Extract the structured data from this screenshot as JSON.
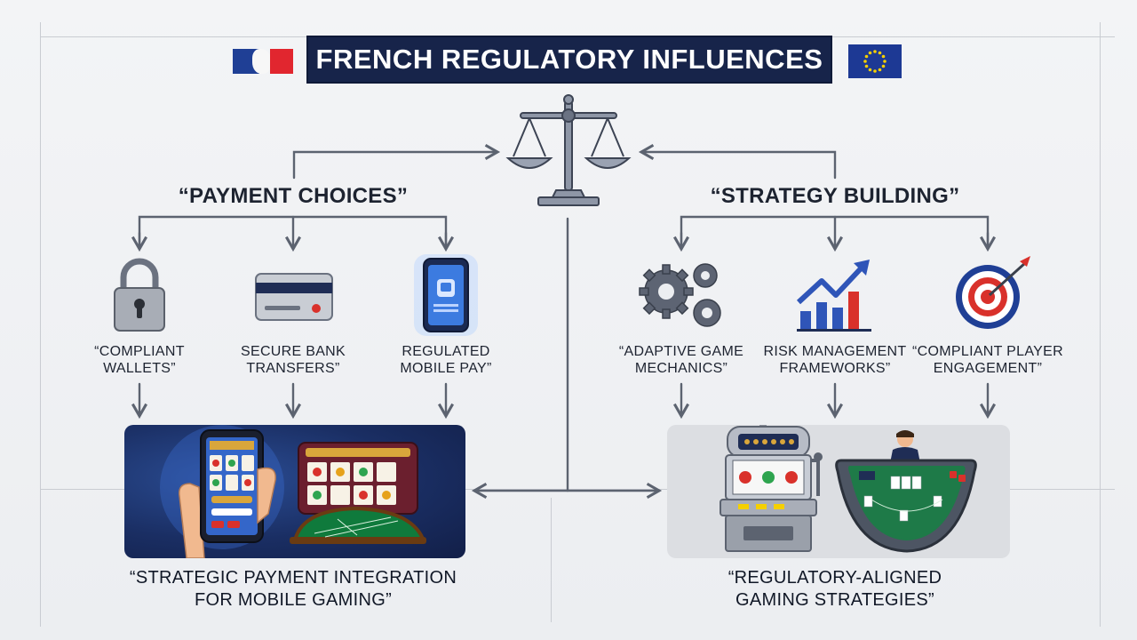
{
  "title": "FRENCH REGULATORY INFLUENCES",
  "left_branch": {
    "heading": "“PAYMENT CHOICES”",
    "items": [
      {
        "label_line1": "“COMPLIANT",
        "label_line2": "WALLETS”",
        "icon": "padlock-icon"
      },
      {
        "label_line1": "SECURE BANK",
        "label_line2": "TRANSFERS”",
        "icon": "credit-card-icon"
      },
      {
        "label_line1": "REGULATED",
        "label_line2": "MOBILE PAY”",
        "icon": "smartphone-icon"
      }
    ],
    "caption_line1": "“STRATEGIC PAYMENT INTEGRATION",
    "caption_line2": "FOR MOBILE GAMING”"
  },
  "right_branch": {
    "heading": "“STRATEGY BUILDING”",
    "items": [
      {
        "label_line1": "“ADAPTIVE GAME",
        "label_line2": "MECHANICS”",
        "icon": "gears-icon"
      },
      {
        "label_line1": "RISK MANAGEMENT",
        "label_line2": "FRAMEWORKS”",
        "icon": "growth-chart-icon"
      },
      {
        "label_line1": "“COMPLIANT PLAYER",
        "label_line2": "ENGAGEMENT”",
        "icon": "target-icon"
      }
    ],
    "caption_line1": "“REGULATORY-ALIGNED",
    "caption_line2": "GAMING STRATEGIES”"
  },
  "icons": {
    "flag_left": "french-flag-icon",
    "flag_right": "eu-flag-icon",
    "center": "scales-of-justice-icon",
    "left_image": "mobile-casino-illustration",
    "right_image": "slot-machine-and-blackjack-illustration"
  },
  "colors": {
    "title_bg": "#17244a",
    "arrow": "#5c6370",
    "french_blue": "#1f3f95",
    "french_red": "#e1262f",
    "eu_blue": "#1d3994",
    "eu_star": "#f5d000",
    "chart_blue": "#2f55b8",
    "chart_red": "#d9312b"
  }
}
